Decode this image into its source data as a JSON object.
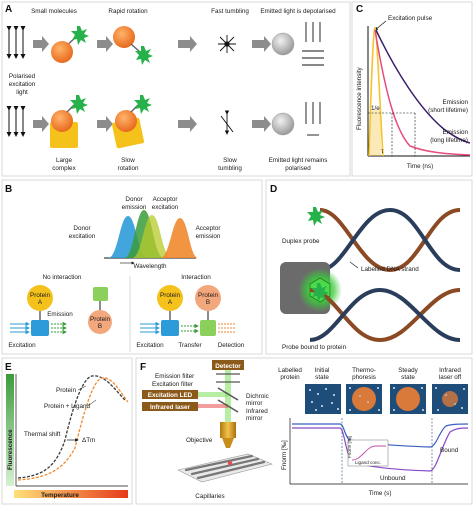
{
  "panels": {
    "A": {
      "letter": "A",
      "small_molecules": "Small molecules",
      "rapid_rotation": "Rapid rotation",
      "fast_tumbling": "Fast tumbling",
      "emitted_depolarised": "Emitted light is depolarised",
      "polarised_excitation": [
        "Polarised",
        "excitation",
        "light"
      ],
      "large_complex": [
        "Large",
        "complex"
      ],
      "slow_rotation": [
        "Slow",
        "rotation"
      ],
      "slow_tumbling": [
        "Slow",
        "tumbling"
      ],
      "emitted_polarised": [
        "Emitted light remains",
        "polarised"
      ]
    },
    "B": {
      "letter": "B",
      "donor_excitation": [
        "Donor",
        "excitation"
      ],
      "donor_emission": [
        "Donor",
        "emission"
      ],
      "acceptor_excitation": [
        "Acceptor",
        "excitation"
      ],
      "acceptor_emission": [
        "Acceptor",
        "emission"
      ],
      "wavelength": "Wavelength",
      "no_interaction": "No interaction",
      "interaction": "Interaction",
      "protein_a": [
        "Protein",
        "A"
      ],
      "protein_b": [
        "Protein",
        "B"
      ],
      "emission": "Emission",
      "excitation": "Excitation",
      "transfer": "Transfer",
      "detection": "Detection"
    },
    "C": {
      "letter": "C",
      "excitation_pulse": "Excitation pulse",
      "ylabel": "Fluorescence intensity",
      "xlabel": "Time (ns)",
      "emission_short": [
        "Emission",
        "(short lifetime)"
      ],
      "emission_long": [
        "Emission",
        "(long lifetime)"
      ],
      "one_over_e": "1/e",
      "tau": "τ",
      "colors": {
        "pulse": "#f4c430",
        "short": "#e84c7b",
        "long": "#3b1d6e"
      }
    },
    "D": {
      "letter": "D",
      "duplex_probe": "Duplex probe",
      "labelled_dna": "Labelled DNA strand",
      "probe_bound": "Probe bound to protein"
    },
    "E": {
      "letter": "E",
      "ylabel": "Fluorescence",
      "xlabel": "Temperature",
      "protein": "Protein",
      "protein_ligand": "Protein + Ligand",
      "thermal_shift": "Thermal shift",
      "delta_tm": "ΔTm"
    },
    "F": {
      "letter": "F",
      "detector": "Detector",
      "emission_filter": "Emission filter",
      "excitation_filter": "Excitation filter",
      "excitation_led": "Excitation LED",
      "dichroic": [
        "Dichroic",
        "mirror"
      ],
      "infrared_mirror": [
        "Infrared",
        "mirror"
      ],
      "infrared_laser": "Infrared laser",
      "objective": "Objective",
      "capillaries": "Capillaries",
      "labelled_protein": [
        "Labelled",
        "protein"
      ],
      "initial_state": [
        "Initial",
        "state"
      ],
      "thermophoresis": [
        "Thermo-",
        "phoresis"
      ],
      "steady_state": [
        "Steady",
        "state"
      ],
      "infrared_off": [
        "Infrared",
        "laser off"
      ],
      "fnorm": "Fnorm [‰]",
      "bound": "Bound",
      "unbound": "Unbound",
      "time": "Time (s)",
      "inset_y": "Fnorm [‰]",
      "inset_x": "Ligand conc."
    }
  }
}
